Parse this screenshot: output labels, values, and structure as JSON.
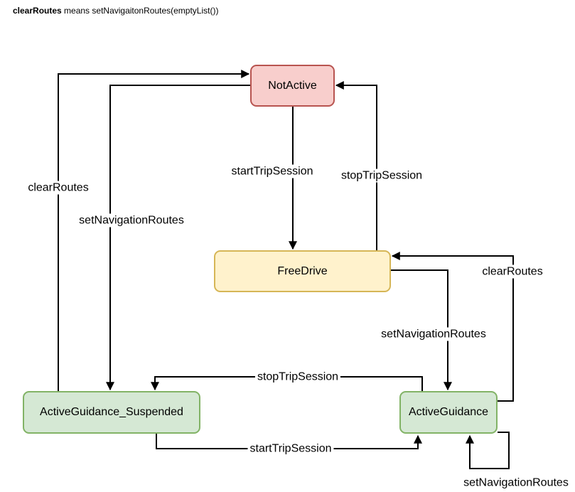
{
  "note": {
    "bold": "clearRoutes",
    "rest": " means setNavigaitonRoutes(emptyList())"
  },
  "nodes": {
    "not_active": {
      "label": "NotActive"
    },
    "free_drive": {
      "label": "FreeDrive"
    },
    "active_guidance_suspended": {
      "label": "ActiveGuidance_Suspended"
    },
    "active_guidance": {
      "label": "ActiveGuidance"
    }
  },
  "edges": {
    "clear_routes_to_not_active": {
      "label": "clearRoutes",
      "from": "ActiveGuidance_Suspended",
      "to": "NotActive"
    },
    "set_navigation_routes_to_suspended": {
      "label": "setNavigationRoutes",
      "from": "NotActive",
      "to": "ActiveGuidance_Suspended"
    },
    "start_trip_session_to_free_drive": {
      "label": "startTripSession",
      "from": "NotActive",
      "to": "FreeDrive"
    },
    "stop_trip_session_to_not_active": {
      "label": "stopTripSession",
      "from": "FreeDrive",
      "to": "NotActive"
    },
    "set_navigation_routes_to_active_guidance": {
      "label": "setNavigationRoutes",
      "from": "FreeDrive",
      "to": "ActiveGuidance"
    },
    "clear_routes_to_free_drive": {
      "label": "clearRoutes",
      "from": "ActiveGuidance",
      "to": "FreeDrive"
    },
    "stop_trip_session_to_suspended": {
      "label": "stopTripSession",
      "from": "ActiveGuidance",
      "to": "ActiveGuidance_Suspended"
    },
    "start_trip_session_to_active_guidance": {
      "label": "startTripSession",
      "from": "ActiveGuidance_Suspended",
      "to": "ActiveGuidance"
    },
    "set_navigation_routes_self_loop": {
      "label": "setNavigationRoutes",
      "from": "ActiveGuidance",
      "to": "ActiveGuidance"
    }
  },
  "colors": {
    "background": "#ffffff",
    "text": "#000000",
    "edge": "#000000",
    "not_active_fill": "#f8cecc",
    "not_active_stroke": "#b85450",
    "free_drive_fill": "#fff2cc",
    "free_drive_stroke": "#d6b656",
    "guidance_fill": "#d5e8d4",
    "guidance_stroke": "#82b366"
  }
}
